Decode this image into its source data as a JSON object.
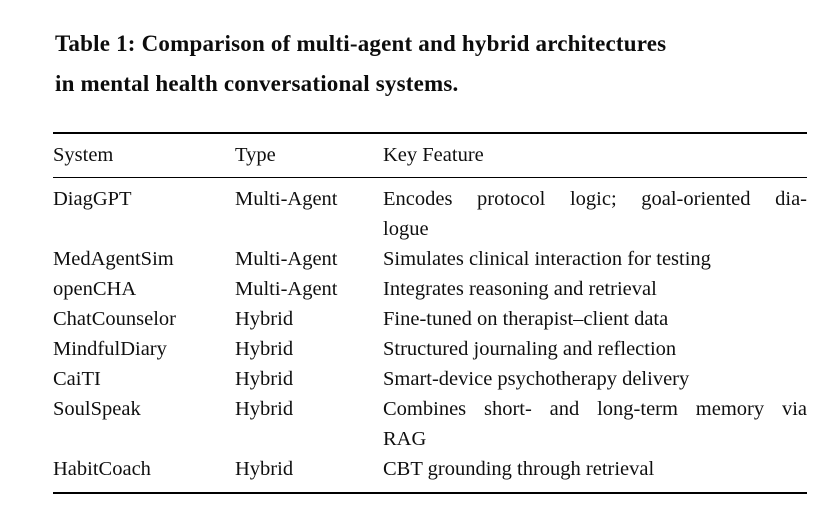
{
  "caption": {
    "full_text": "Table 1: Comparison of multi-agent and hybrid architectures in mental health conversational systems.",
    "lines": [
      "Table 1: Comparison of multi-agent and hybrid architectures",
      "in mental health conversational systems."
    ]
  },
  "table": {
    "columns": [
      "System",
      "Type",
      "Key Feature"
    ],
    "rows": [
      {
        "system": "DiagGPT",
        "type": "Multi-Agent",
        "feature": "Encodes protocol logic; goal-oriented dialogue",
        "feature_lines": [
          "Encodes protocol logic; goal-oriented dia-",
          "logue"
        ]
      },
      {
        "system": "MedAgentSim",
        "type": "Multi-Agent",
        "feature": "Simulates clinical interaction for testing",
        "feature_lines": [
          "Simulates clinical interaction for testing"
        ]
      },
      {
        "system": "openCHA",
        "type": "Multi-Agent",
        "feature": "Integrates reasoning and retrieval",
        "feature_lines": [
          "Integrates reasoning and retrieval"
        ]
      },
      {
        "system": "ChatCounselor",
        "type": "Hybrid",
        "feature": "Fine-tuned on therapist–client data",
        "feature_lines": [
          "Fine-tuned on therapist–client data"
        ]
      },
      {
        "system": "MindfulDiary",
        "type": "Hybrid",
        "feature": "Structured journaling and reflection",
        "feature_lines": [
          "Structured journaling and reflection"
        ]
      },
      {
        "system": "CaiTI",
        "type": "Hybrid",
        "feature": "Smart-device psychotherapy delivery",
        "feature_lines": [
          "Smart-device psychotherapy delivery"
        ]
      },
      {
        "system": "SoulSpeak",
        "type": "Hybrid",
        "feature": "Combines short- and long-term memory via RAG",
        "feature_lines": [
          "Combines short- and long-term memory via",
          "RAG"
        ]
      },
      {
        "system": "HabitCoach",
        "type": "Hybrid",
        "feature": "CBT grounding through retrieval",
        "feature_lines": [
          "CBT grounding through retrieval"
        ]
      }
    ]
  },
  "colors": {
    "background": "#ffffff",
    "text": "#0f0f0f",
    "rule": "#000000"
  }
}
